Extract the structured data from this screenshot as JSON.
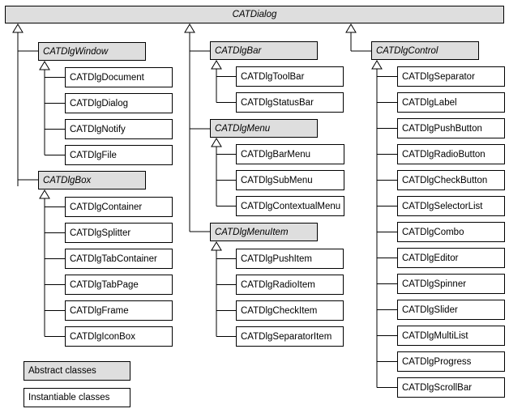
{
  "diagram": {
    "root": "CATDialog",
    "groups": {
      "window": {
        "label": "CATDlgWindow",
        "children": [
          "CATDlgDocument",
          "CATDlgDialog",
          "CATDlgNotify",
          "CATDlgFile"
        ]
      },
      "box": {
        "label": "CATDlgBox",
        "children": [
          "CATDlgContainer",
          "CATDlgSplitter",
          "CATDlgTabContainer",
          "CATDlgTabPage",
          "CATDlgFrame",
          "CATDlgIconBox"
        ]
      },
      "bar": {
        "label": "CATDlgBar",
        "children": [
          "CATDlgToolBar",
          "CATDlgStatusBar"
        ]
      },
      "menu": {
        "label": "CATDlgMenu",
        "children": [
          "CATDlgBarMenu",
          "CATDlgSubMenu",
          "CATDlgContextualMenu"
        ]
      },
      "menuitem": {
        "label": "CATDlgMenuItem",
        "children": [
          "CATDlgPushItem",
          "CATDlgRadioItem",
          "CATDlgCheckItem",
          "CATDlgSeparatorItem"
        ]
      },
      "control": {
        "label": "CATDlgControl",
        "children": [
          "CATDlgSeparator",
          "CATDlgLabel",
          "CATDlgPushButton",
          "CATDlgRadioButton",
          "CATDlgCheckButton",
          "CATDlgSelectorList",
          "CATDlgCombo",
          "CATDlgEditor",
          "CATDlgSpinner",
          "CATDlgSlider",
          "CATDlgMultiList",
          "CATDlgProgress",
          "CATDlgScrollBar"
        ]
      }
    },
    "legend": {
      "abstract": "Abstract classes",
      "instantiable": "Instantiable classes"
    },
    "colors": {
      "abstract_fill": "#dedede",
      "instantiable_fill": "#ffffff",
      "line": "#000000"
    }
  }
}
